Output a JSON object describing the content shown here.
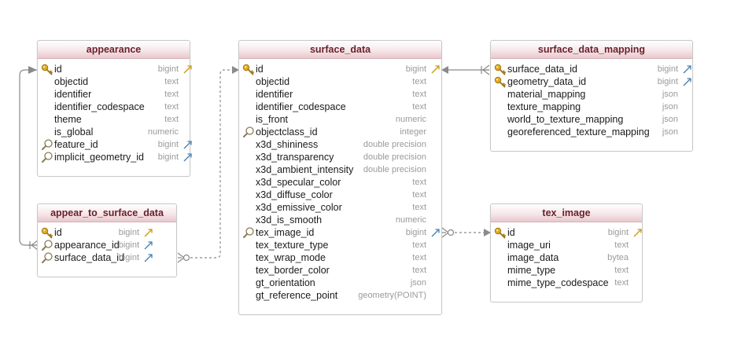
{
  "tables": {
    "appearance": {
      "name": "appearance",
      "columns": [
        {
          "name": "id",
          "type": "bigint",
          "pk": true,
          "fk": false
        },
        {
          "name": "objectid",
          "type": "text"
        },
        {
          "name": "identifier",
          "type": "text"
        },
        {
          "name": "identifier_codespace",
          "type": "text"
        },
        {
          "name": "theme",
          "type": "text"
        },
        {
          "name": "is_global",
          "type": "numeric"
        },
        {
          "name": "feature_id",
          "type": "bigint",
          "fk": true
        },
        {
          "name": "implicit_geometry_id",
          "type": "bigint",
          "fk": true
        }
      ]
    },
    "appear_to_surface_data": {
      "name": "appear_to_surface_data",
      "columns": [
        {
          "name": "id",
          "type": "bigint",
          "pk": true
        },
        {
          "name": "appearance_id",
          "type": "bigint",
          "fk": true
        },
        {
          "name": "surface_data_id",
          "type": "bigint",
          "fk": true
        }
      ]
    },
    "surface_data": {
      "name": "surface_data",
      "columns": [
        {
          "name": "id",
          "type": "bigint",
          "pk": true
        },
        {
          "name": "objectid",
          "type": "text"
        },
        {
          "name": "identifier",
          "type": "text"
        },
        {
          "name": "identifier_codespace",
          "type": "text"
        },
        {
          "name": "is_front",
          "type": "numeric"
        },
        {
          "name": "objectclass_id",
          "type": "integer",
          "idx": true
        },
        {
          "name": "x3d_shininess",
          "type": "double precision"
        },
        {
          "name": "x3d_transparency",
          "type": "double precision"
        },
        {
          "name": "x3d_ambient_intensity",
          "type": "double precision"
        },
        {
          "name": "x3d_specular_color",
          "type": "text"
        },
        {
          "name": "x3d_diffuse_color",
          "type": "text"
        },
        {
          "name": "x3d_emissive_color",
          "type": "text"
        },
        {
          "name": "x3d_is_smooth",
          "type": "numeric"
        },
        {
          "name": "tex_image_id",
          "type": "bigint",
          "fk": true
        },
        {
          "name": "tex_texture_type",
          "type": "text"
        },
        {
          "name": "tex_wrap_mode",
          "type": "text"
        },
        {
          "name": "tex_border_color",
          "type": "text"
        },
        {
          "name": "gt_orientation",
          "type": "json"
        },
        {
          "name": "gt_reference_point",
          "type": "geometry(POINT)"
        }
      ]
    },
    "surface_data_mapping": {
      "name": "surface_data_mapping",
      "columns": [
        {
          "name": "surface_data_id",
          "type": "bigint",
          "pk": true,
          "fk": true
        },
        {
          "name": "geometry_data_id",
          "type": "bigint",
          "pk": true,
          "fk": true
        },
        {
          "name": "material_mapping",
          "type": "json"
        },
        {
          "name": "texture_mapping",
          "type": "json"
        },
        {
          "name": "world_to_texture_mapping",
          "type": "json"
        },
        {
          "name": "georeferenced_texture_mapping",
          "type": "json"
        }
      ]
    },
    "tex_image": {
      "name": "tex_image",
      "columns": [
        {
          "name": "id",
          "type": "bigint",
          "pk": true
        },
        {
          "name": "image_uri",
          "type": "text"
        },
        {
          "name": "image_data",
          "type": "bytea"
        },
        {
          "name": "mime_type",
          "type": "text"
        },
        {
          "name": "mime_type_codespace",
          "type": "text"
        }
      ]
    }
  },
  "colors": {
    "header_text": "#6a1f2a",
    "key_icon": "#d6a21c",
    "ref_arrow_pk": "#c89a10",
    "ref_arrow_fk": "#4a7fb0",
    "connector": "#8a8a8a"
  }
}
